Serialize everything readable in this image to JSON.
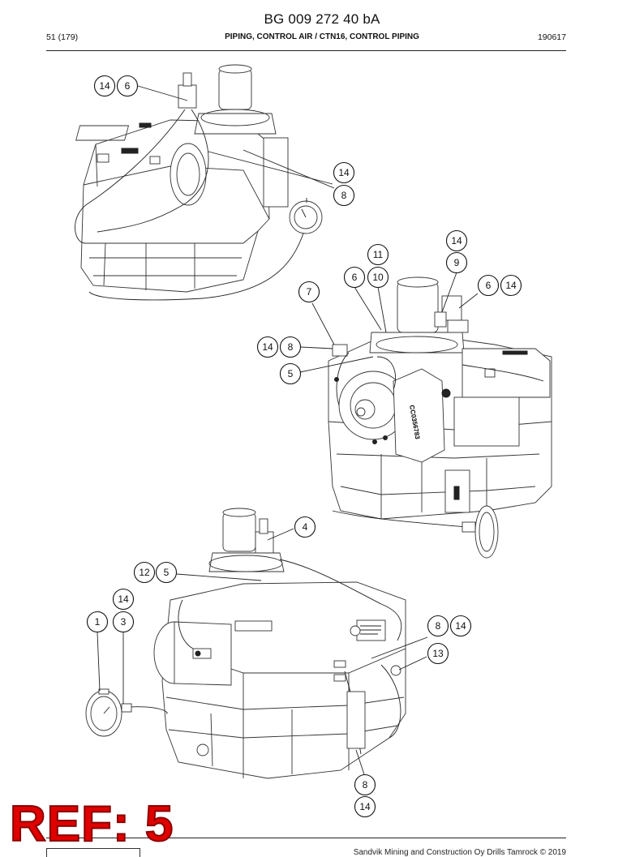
{
  "header": {
    "doc_id": "BG 009 272 40 bA",
    "page": "51 (179)",
    "section": "PIPING, CONTROL AIR / CTN16, CONTROL PIPING",
    "code": "190617"
  },
  "figure": {
    "part_stamp_text": "CC0356783",
    "views": [
      {
        "callouts": [
          "14",
          "6",
          "14",
          "8"
        ]
      },
      {
        "callouts": [
          "11",
          "14",
          "9",
          "6",
          "10",
          "6",
          "14",
          "7",
          "14",
          "8",
          "5"
        ]
      },
      {
        "callouts": [
          "4",
          "12",
          "5",
          "14",
          "1",
          "3",
          "8",
          "14",
          "13",
          "8",
          "14"
        ]
      }
    ]
  },
  "stamp": {
    "text": "REF: 5",
    "color": "#e00000"
  },
  "footer": {
    "text": "Sandvik Mining and Construction Oy Drills Tamrock © 2019"
  }
}
